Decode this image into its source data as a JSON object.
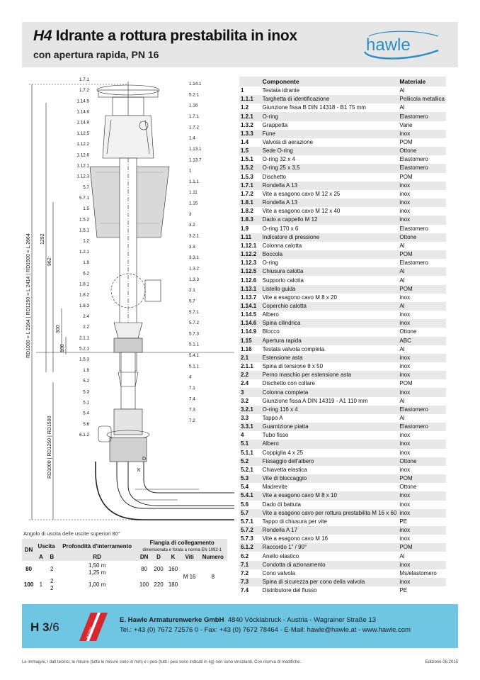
{
  "header": {
    "title_code": "H4",
    "title_rest": " Idrante a rottura prestabilita in inox",
    "subtitle": "con apertura rapida, PN 16",
    "logo_text": "hawle"
  },
  "drawing": {
    "dims": {
      "d1292": "1292",
      "d962": "962",
      "d300": "300",
      "d100": "100",
      "rd_top": "RD1000 = L 2164 | RD1250 = L 2414 | RD1500 = L 2664",
      "rd_bottom": "RD1000 | RD1250 | RD1500",
      "k": "K",
      "d": "D"
    },
    "left_labels": [
      "1.7.1",
      "1.7.2",
      "1.14.5",
      "1.14.6",
      "1.14.9",
      "1.12.5",
      "1.12.2",
      "1.12.6",
      "1.12.1",
      "1.12.3",
      "5.7",
      "5.7.1",
      "1.5",
      "1.5.2",
      "1.5.1",
      "1.2",
      "1.2.1",
      "1.9",
      "6.2",
      "1.8.1",
      "1.8.2",
      "1.8.3",
      "2.4",
      "2.2",
      "2.1.1",
      "5.2.1",
      "1.5.3",
      "1.9",
      "5.2",
      "5.3",
      "5.1",
      "5.4",
      "5.6",
      "6.1.2"
    ],
    "right_labels": [
      "1.14.1",
      "5.2.1",
      "1.16",
      "1.7.1",
      "1.7.2",
      "1.4",
      "1.13.1",
      "1.13.7",
      "1",
      "1.1.1",
      "1.11",
      "1.15",
      "3",
      "3.2",
      "3.2.1",
      "3.3",
      "3.3.1",
      "1.3.2",
      "1.3.3",
      "2.1",
      "5.7",
      "5.7.1",
      "5.7.2",
      "5.7.3",
      "5.1.1",
      "5.4.1",
      "5.1.1",
      "4",
      "7.1",
      "7.4",
      "7.3",
      "7.2"
    ]
  },
  "parts_table": {
    "headers": {
      "num": "",
      "comp": "Componente",
      "mat": "Materiale"
    },
    "rows": [
      {
        "num": "1",
        "comp": "Testata idrante",
        "mat": "Al"
      },
      {
        "num": "1.1.1",
        "comp": "Targhetta di identificazione",
        "mat": "Pellicola metallica"
      },
      {
        "num": "1.2",
        "comp": "Giunzione fissa B DIN 14318 - B1 75 mm",
        "mat": "Al"
      },
      {
        "num": "1.2.1",
        "comp": "O-ring",
        "mat": "Elastomero"
      },
      {
        "num": "1.3.2",
        "comp": "Grappetta",
        "mat": "Varie"
      },
      {
        "num": "1.3.3",
        "comp": "Fune",
        "mat": "inox"
      },
      {
        "num": "1.4",
        "comp": "Valvola di aerazione",
        "mat": "POM"
      },
      {
        "num": "1.5",
        "comp": "Sede O-ring",
        "mat": "Ottone"
      },
      {
        "num": "1.5.1",
        "comp": "O-ring 32 x 4",
        "mat": "Elastomero"
      },
      {
        "num": "1.5.2",
        "comp": "O-ring 25 x 3,5",
        "mat": "Elastomero"
      },
      {
        "num": "1.5.3",
        "comp": "Dischetto",
        "mat": "POM"
      },
      {
        "num": "1.7.1",
        "comp": "Rondella A 13",
        "mat": "inox"
      },
      {
        "num": "1.7.2",
        "comp": "Vite a esagono cavo M 12 x 25",
        "mat": "inox"
      },
      {
        "num": "1.8.1",
        "comp": "Rondella A 13",
        "mat": "inox"
      },
      {
        "num": "1.8.2",
        "comp": "Vite a esagono cavo M 12 x 40",
        "mat": "inox"
      },
      {
        "num": "1.8.3",
        "comp": "Dado a cappello M 12",
        "mat": "inox"
      },
      {
        "num": "1.9",
        "comp": "O-ring 170 x 6",
        "mat": "Elastomero"
      },
      {
        "num": "1.11",
        "comp": "Indicatore di pressione",
        "mat": "Ottone"
      },
      {
        "num": "1.12.1",
        "comp": "Colonna calotta",
        "mat": "Al"
      },
      {
        "num": "1.12.2",
        "comp": "Boccola",
        "mat": "POM"
      },
      {
        "num": "1.12.3",
        "comp": "O-ring",
        "mat": "Elastomero"
      },
      {
        "num": "1.12.5",
        "comp": "Chiusura calotta",
        "mat": "Al"
      },
      {
        "num": "1.12.6",
        "comp": "Supporto calotta",
        "mat": "Al"
      },
      {
        "num": "1.13.1",
        "comp": "Listello guida",
        "mat": "POM"
      },
      {
        "num": "1.13.7",
        "comp": "Vite a esagono cavo M 8 x 20",
        "mat": "inox"
      },
      {
        "num": "1.14.1",
        "comp": "Coperchio calotta",
        "mat": "Al"
      },
      {
        "num": "1.14.5",
        "comp": "Albero",
        "mat": "inox"
      },
      {
        "num": "1.14.6",
        "comp": "Spina cilindrica",
        "mat": "inox"
      },
      {
        "num": "1.14.9",
        "comp": "Blocco",
        "mat": "Ottone"
      },
      {
        "num": "1.15",
        "comp": "Apertura rapida",
        "mat": "ABC"
      },
      {
        "num": "1.16",
        "comp": "Testata valvola completa",
        "mat": "Al"
      },
      {
        "num": "2.1",
        "comp": "Estensione asta",
        "mat": "inox"
      },
      {
        "num": "2.1.1",
        "comp": "Spina di tensione 8 x 50",
        "mat": "inox"
      },
      {
        "num": "2.2",
        "comp": "Perno maschio per estensione asta",
        "mat": "inox"
      },
      {
        "num": "2.4",
        "comp": "Dischetto con collare",
        "mat": "POM"
      },
      {
        "num": "3",
        "comp": "Colonna completa",
        "mat": "inox"
      },
      {
        "num": "3.2",
        "comp": "Giunzione fissa A DIN 14319 - A1 110 mm",
        "mat": "Al"
      },
      {
        "num": "3.2.1",
        "comp": "O-ring 116 x 4",
        "mat": "Elastomero"
      },
      {
        "num": "3.3",
        "comp": "Tappo A",
        "mat": "Al"
      },
      {
        "num": "3.3.1",
        "comp": "Guarnizione piatta",
        "mat": "Elastomero"
      },
      {
        "num": "4",
        "comp": "Tubo fisso",
        "mat": "inox"
      },
      {
        "num": "5.1",
        "comp": "Albero",
        "mat": "inox"
      },
      {
        "num": "5.1.1",
        "comp": "Coppiglia 4 x 25",
        "mat": "inox"
      },
      {
        "num": "5.2",
        "comp": "Fissaggio dell'albero",
        "mat": "Ottone"
      },
      {
        "num": "5.2.1",
        "comp": "Chiavetta elastica",
        "mat": "inox"
      },
      {
        "num": "5.3",
        "comp": "Vite di bloccaggio",
        "mat": "POM"
      },
      {
        "num": "5.4",
        "comp": "Madrevite",
        "mat": "Ottone"
      },
      {
        "num": "5.4.1",
        "comp": "Vite a esagono cavo M 8 x 10",
        "mat": "inox"
      },
      {
        "num": "5.6",
        "comp": "Dado di battuta",
        "mat": "inox"
      },
      {
        "num": "5.7",
        "comp": "Vite a esagono cavo per rottura prestabilita M 16 x 60",
        "mat": "inox"
      },
      {
        "num": "5.7.1",
        "comp": "Tappo di chiusura per vite",
        "mat": "PE"
      },
      {
        "num": "5.7.2",
        "comp": "Rondella A 17",
        "mat": "inox"
      },
      {
        "num": "5.7.3",
        "comp": "Vite a esagono cavo M 16",
        "mat": "inox"
      },
      {
        "num": "6.1.2",
        "comp": "Raccordo 1\" / 90°",
        "mat": "POM"
      },
      {
        "num": "6.2",
        "comp": "Anello elastico",
        "mat": "Al"
      },
      {
        "num": "7.1",
        "comp": "Condotta di azionamento",
        "mat": "inox"
      },
      {
        "num": "7.2",
        "comp": "Cono valvola",
        "mat": "Ms/elastomero"
      },
      {
        "num": "7.3",
        "comp": "Spina di sicurezza per cono della valvola",
        "mat": "inox"
      },
      {
        "num": "7.4",
        "comp": "Distributore del flusso",
        "mat": "PE"
      }
    ]
  },
  "spec": {
    "angle_note": "Angolo di uscita delle uscite superiori 80°",
    "h_dn": "DN",
    "h_uscita": "Uscita",
    "h_a": "A",
    "h_b": "B",
    "h_prof": "Profondità d'interramento",
    "h_rd": "RD",
    "h_flangia": "Flangia di collegamento",
    "h_flangia_sub": "dimensionata e forata a norma EN 1092-1",
    "h_dn2": "DN",
    "h_d": "D",
    "h_k": "K",
    "h_viti": "Viti",
    "h_numero": "Numero",
    "r80": {
      "dn": "80",
      "a": "",
      "b": "2",
      "rd1": "1,50 m",
      "rd2": "1,25 m",
      "fdn": "80",
      "d": "200",
      "k": "160"
    },
    "r100": {
      "dn": "100",
      "a": "1",
      "b1": "2",
      "b2": "2",
      "rd": "1,00 m",
      "fdn": "100",
      "d": "220",
      "k": "180"
    },
    "viti": "M 16",
    "numero": "8"
  },
  "footer": {
    "page_main": "H 3",
    "page_sub": "/6",
    "flag_text": "AUSTRIA",
    "company_name": "E. Hawle Armaturenwerke GmbH",
    "company_address": "4840 Vöcklabruck - Austria - Wagrainer Straße 13",
    "contacts": "Tel.: +43 (0) 7672 72576 0 - Fax: +43 (0) 7672 78464 - E-Mail: hawle@hawle.at - www.hawle.com"
  },
  "disclaimer": "Le immagini, i dati tecnici, le misure (tutte le misure sono in mm) e i pesi (tutti i pesi sono indicati in kg) non sono vincolanti. Con riserva di modifiche.",
  "edition": "Edizione 08.2015",
  "colors": {
    "footer_blue": "#6ec6e3",
    "logo_blue": "#2b8fc7",
    "flag_red": "#d8272d",
    "header_gray": "#e6e6e6"
  }
}
